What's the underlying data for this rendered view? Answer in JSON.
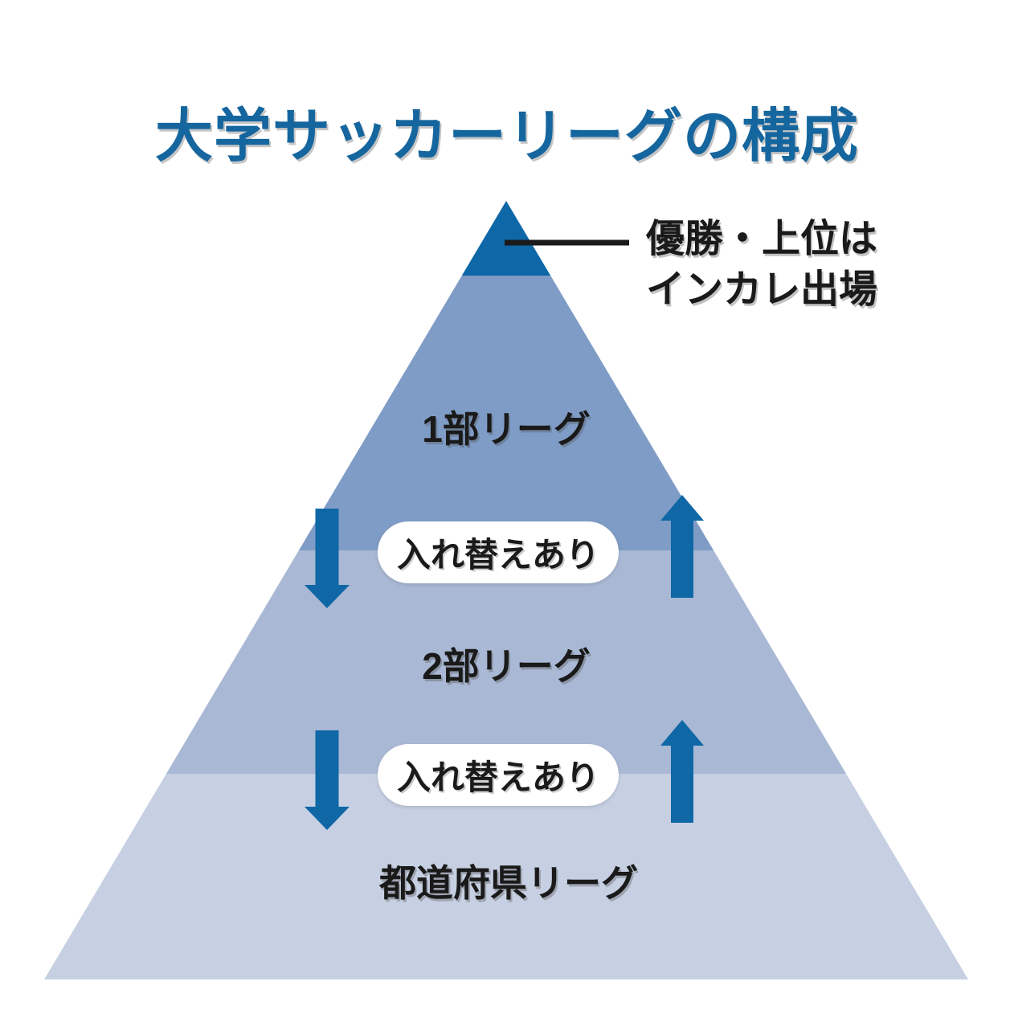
{
  "title": {
    "text": "大学サッカーリーグの構成"
  },
  "colors": {
    "title": "#15669f",
    "arrow": "#0f67a6",
    "ink": "#1a1a1a",
    "pill_background": "#ffffff",
    "page_background": "#ffffff"
  },
  "pyramid": {
    "tiers": [
      {
        "id": "top",
        "label": "",
        "color": "#0e67a6"
      },
      {
        "id": "division1",
        "label": "1部リーグ",
        "color": "#7f9cc6"
      },
      {
        "id": "division2",
        "label": "2部リーグ",
        "color": "#a9b8d4"
      },
      {
        "id": "prefectural",
        "label": "都道府県リーグ",
        "color": "#c6d0e2"
      }
    ]
  },
  "annotation": {
    "line1": "優勝・上位は",
    "line2": "インカレ出場"
  },
  "pills": [
    {
      "label": "入れ替えあり"
    },
    {
      "label": "入れ替えあり"
    }
  ]
}
